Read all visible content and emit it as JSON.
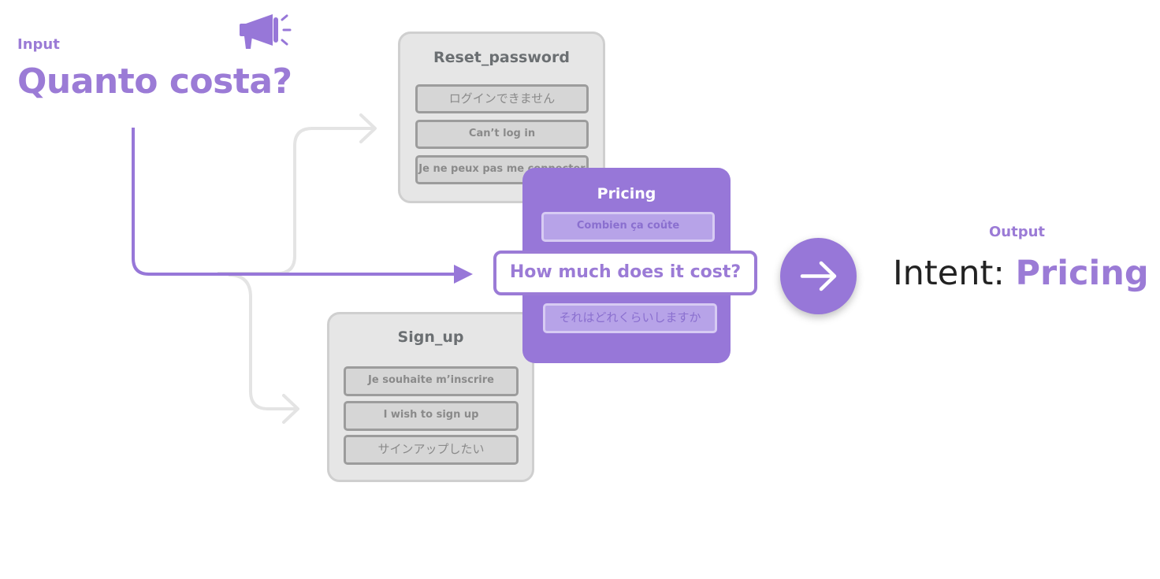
{
  "input": {
    "label": "Input",
    "text": "Quanto costa?"
  },
  "cards": {
    "reset_password": {
      "title": "Reset_password",
      "phrases": [
        "ログインできません",
        "Can’t log in",
        "Je ne peux pas me connecter"
      ]
    },
    "pricing": {
      "title": "Pricing",
      "phrases": [
        "Combien ça coûte",
        "How much does it cost?",
        "それはどれくらいしますか"
      ]
    },
    "sign_up": {
      "title": "Sign_up",
      "phrases": [
        "Je souhaite m’inscrire",
        "I wish to sign up",
        "サインアップしたい"
      ]
    }
  },
  "output": {
    "label": "Output",
    "prefix": "Intent: ",
    "value": "Pricing"
  },
  "colors": {
    "accent": "#9b7bd6",
    "accent_fill": "#9777d8",
    "inactive_fill": "#e6e6e6",
    "inactive_border": "#cfcfcf",
    "connector_gray": "#e4e4e4"
  },
  "icons": {
    "input": "megaphone-icon",
    "output": "arrow-right-icon"
  }
}
